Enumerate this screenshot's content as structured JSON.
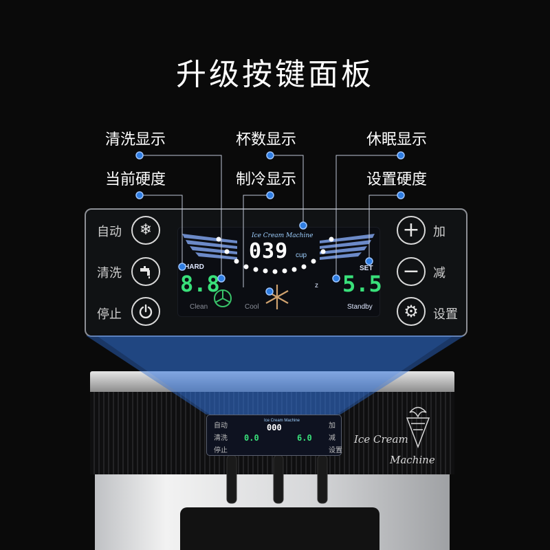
{
  "title": "升级按键面板",
  "callouts": {
    "clean_display": "清洗显示",
    "cup_count_display": "杯数显示",
    "sleep_display": "休眠显示",
    "current_hardness": "当前硬度",
    "cooling_display": "制冷显示",
    "set_hardness": "设置硬度"
  },
  "panel": {
    "left_buttons": {
      "auto": "自动",
      "wash": "清洗",
      "stop": "停止"
    },
    "right_buttons": {
      "plus": "加",
      "minus": "减",
      "settings": "设置"
    },
    "lcd": {
      "brand_line1": "Ice Cream Machine",
      "cup_count": "039",
      "cup_unit": "cup",
      "hard_label": "HARD",
      "hard_value": "8.8",
      "set_label": "SET",
      "set_value": "5.5",
      "clean_label": "Clean",
      "cool_label": "Cool",
      "standby_label": "Standby",
      "sleep_z": "z"
    }
  },
  "machine": {
    "mini_left": [
      "自动",
      "清洗",
      "停止"
    ],
    "mini_right": [
      "加",
      "减",
      "设置"
    ],
    "mini_brand": "Ice Cream Machine",
    "mini_cup": "000",
    "mini_hard": "0.0",
    "mini_set": "6.0",
    "brand_line1": "Ice Cream",
    "brand_line2": "Machine"
  },
  "colors": {
    "accent_blue": "#2f7de1",
    "segment_green": "#39e07a",
    "segment_white": "#ffffff",
    "wing_blue": "#7da0e8"
  }
}
